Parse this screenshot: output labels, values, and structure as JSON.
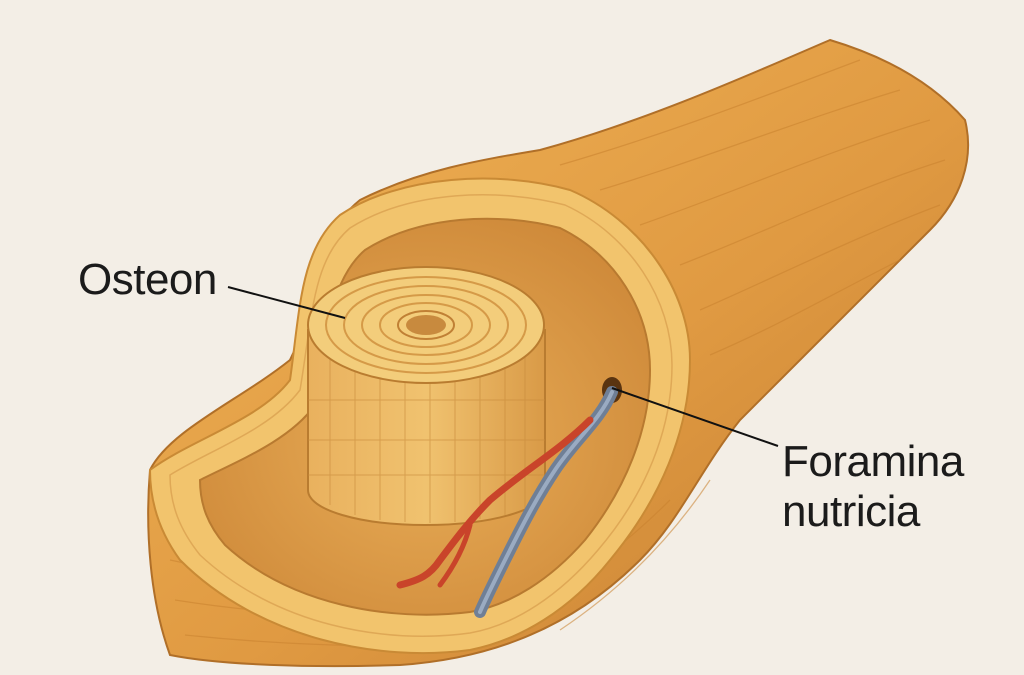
{
  "labels": {
    "osteon": "Osteon",
    "foramina_line1": "Foramina",
    "foramina_line2": "nutricia"
  },
  "colors": {
    "background": "#f3eee6",
    "bone_shaft": "#e4a24a",
    "bone_shadow": "#c07a2c",
    "cortex_ring": "#f0c06a",
    "medullary_cavity": "#d99645",
    "osteon_top": "#f2cb78",
    "osteon_center": "#c88a3e",
    "artery": "#c9442a",
    "vein": "#6f7f96",
    "leader_line": "#111111"
  },
  "icons": {
    "bone_illustration": "long-bone-cross-section"
  }
}
